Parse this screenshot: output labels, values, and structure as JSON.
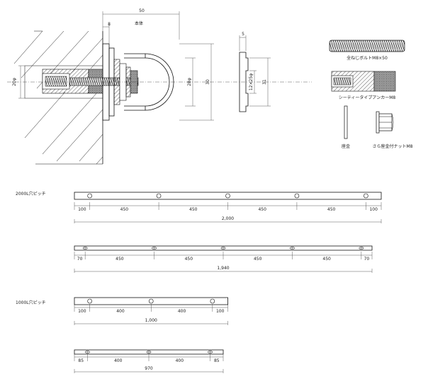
{
  "detail": {
    "dim_top": "50",
    "dim_8": "8",
    "label_body": "本体",
    "dim_20": "20φ",
    "dim_28": "28φ",
    "dim_30": "30",
    "dim_5": "5",
    "dim_12x25": "12×25φ",
    "dim_31": "31"
  },
  "parts": {
    "full_bolt": "全ねじボルトM8×50",
    "anchor": "シーティータイプアンカーM8",
    "washer": "座金",
    "nut": "さら座金付ナットM8"
  },
  "bars": [
    {
      "label": "2000L穴ピッチ",
      "segments": [
        "100",
        "450",
        "450",
        "450",
        "450",
        "100"
      ],
      "total": "2,000",
      "hole_style": "circle"
    },
    {
      "label": "",
      "segments": [
        "70",
        "450",
        "450",
        "450",
        "450",
        "70"
      ],
      "total": "1,940",
      "hole_style": "slot"
    },
    {
      "label": "1000L穴ピッチ",
      "segments": [
        "100",
        "400",
        "400",
        "100"
      ],
      "total": "1,000",
      "hole_style": "circle"
    },
    {
      "label": "",
      "segments": [
        "85",
        "400",
        "400",
        "85"
      ],
      "total": "970",
      "hole_style": "slot"
    }
  ]
}
